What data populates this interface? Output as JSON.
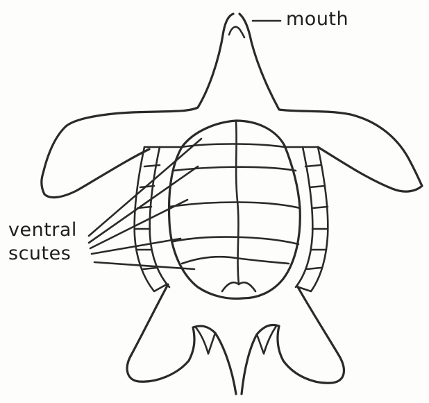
{
  "labels": {
    "mouth": "mouth",
    "ventral_line1": "ventral",
    "ventral_line2": "scutes"
  }
}
